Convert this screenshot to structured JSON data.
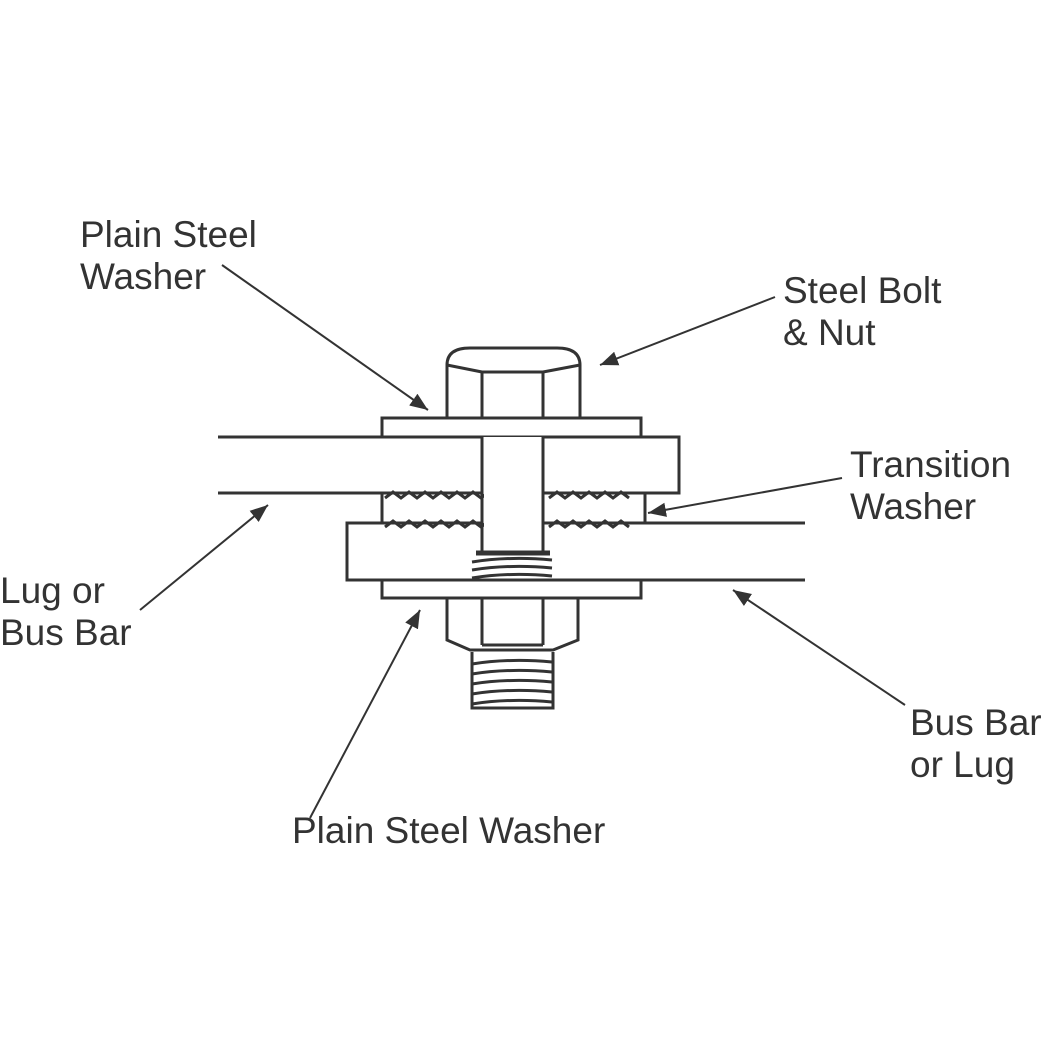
{
  "labels": {
    "plain_washer_top": [
      "Plain Steel",
      "Washer"
    ],
    "bolt_nut": [
      "Steel Bolt",
      "& Nut"
    ],
    "transition_washer": [
      "Transition",
      "Washer"
    ],
    "lug_bus_bar": [
      "Lug or",
      "Bus Bar"
    ],
    "bus_bar_lug": [
      "Bus Bar",
      "or Lug"
    ],
    "plain_washer_bottom": "Plain Steel Washer"
  },
  "colors": {
    "line": "#333333",
    "background": "#ffffff"
  }
}
